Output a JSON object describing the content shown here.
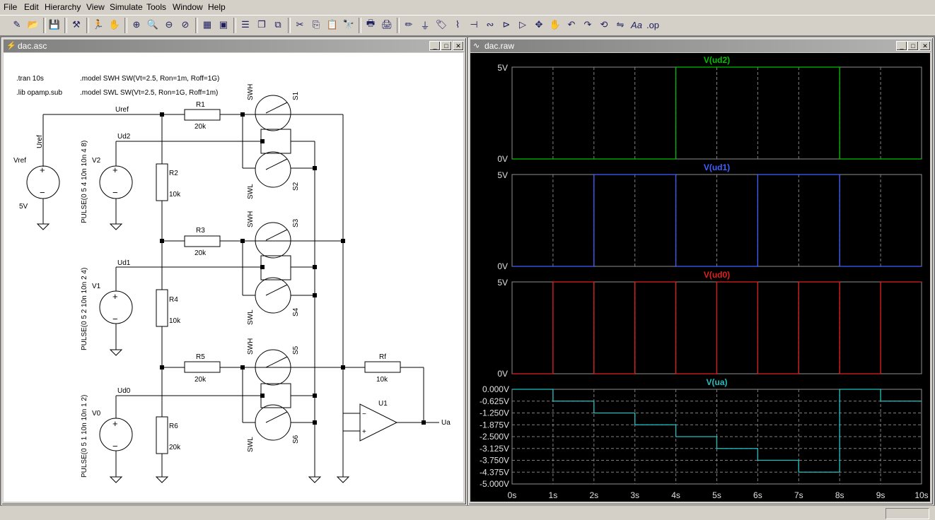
{
  "menu": [
    "File",
    "Edit",
    "Hierarchy",
    "View",
    "Simulate",
    "Tools",
    "Window",
    "Help"
  ],
  "toolbar_icons": [
    "new-schematic-icon",
    "open-icon",
    "save-icon",
    "control-panel-icon",
    "run-icon",
    "halt-icon",
    "zoom-in-icon",
    "zoom-area-icon",
    "zoom-out-icon",
    "zoom-cancel-icon",
    "autoscale-icon",
    "tile-icon",
    "tile-horizontal-icon",
    "cascade-icon",
    "close-all-icon",
    "cut-icon",
    "copy-icon",
    "paste-icon",
    "find-icon",
    "print-setup-icon",
    "print-icon",
    "draw-wire-icon",
    "ground-icon",
    "label-icon",
    "resistor-icon",
    "capacitor-icon",
    "inductor-icon",
    "diode-icon",
    "component-icon",
    "move-icon",
    "drag-icon",
    "undo-icon",
    "redo-icon",
    "rotate-icon",
    "mirror-icon",
    "text-icon",
    "spice-directive-icon"
  ],
  "schematic": {
    "title": "dac.asc",
    "directives": {
      "tran": ".tran 10s",
      "lib": ".lib opamp.sub",
      "swh": ".model SWH SW(Vt=2.5, Ron=1m, Roff=1G)",
      "swl": ".model SWL SW(Vt=2.5, Ron=1G, Roff=1m)"
    },
    "nets": {
      "uref_top": "Uref",
      "uref_side": "Uref",
      "ud2": "Ud2",
      "ud1": "Ud1",
      "ud0": "Ud0",
      "ua": "Ua"
    },
    "sources": {
      "vref": {
        "name": "Vref",
        "value": "5V"
      },
      "v2": {
        "name": "V2",
        "value": "PULSE(0 5 4 10n 10n 4 8)"
      },
      "v1": {
        "name": "V1",
        "value": "PULSE(0 5 2 10n 10n 2 4)"
      },
      "v0": {
        "name": "V0",
        "value": "PULSE(0 5 1 10n 10n 1 2)"
      }
    },
    "resistors": {
      "r1": {
        "name": "R1",
        "value": "20k"
      },
      "r2": {
        "name": "R2",
        "value": "10k"
      },
      "r3": {
        "name": "R3",
        "value": "20k"
      },
      "r4": {
        "name": "R4",
        "value": "10k"
      },
      "r5": {
        "name": "R5",
        "value": "20k"
      },
      "r6": {
        "name": "R6",
        "value": "20k"
      },
      "rf": {
        "name": "Rf",
        "value": "10k"
      }
    },
    "switches": {
      "s1": {
        "name": "S1",
        "model": "SWH"
      },
      "s2": {
        "name": "S2",
        "model": "SWL"
      },
      "s3": {
        "name": "S3",
        "model": "SWH"
      },
      "s4": {
        "name": "S4",
        "model": "SWL"
      },
      "s5": {
        "name": "S5",
        "model": "SWH"
      },
      "s6": {
        "name": "S6",
        "model": "SWL"
      }
    },
    "opamp": {
      "name": "U1",
      "minus": "−",
      "plus": "+"
    }
  },
  "waveform": {
    "title": "dac.raw",
    "x_ticks": [
      "0s",
      "1s",
      "2s",
      "3s",
      "4s",
      "5s",
      "6s",
      "7s",
      "8s",
      "9s",
      "10s"
    ],
    "ua_ticks": [
      "0.000V",
      "-0.625V",
      "-1.250V",
      "-1.875V",
      "-2.500V",
      "-3.125V",
      "-3.750V",
      "-4.375V",
      "-5.000V"
    ],
    "digital_ticks": {
      "high": "5V",
      "low": "0V"
    }
  },
  "chart_data": [
    {
      "type": "line",
      "title": "V(ud2)",
      "color": "#00c000",
      "x": [
        0,
        4,
        4,
        8,
        8,
        10
      ],
      "y": [
        0,
        0,
        5,
        5,
        0,
        0
      ],
      "ylim": [
        0,
        5
      ],
      "xlim": [
        0,
        10
      ]
    },
    {
      "type": "line",
      "title": "V(ud1)",
      "color": "#4060ff",
      "x": [
        0,
        2,
        2,
        4,
        4,
        6,
        6,
        8,
        8,
        10
      ],
      "y": [
        0,
        0,
        5,
        5,
        0,
        0,
        5,
        5,
        0,
        0
      ],
      "ylim": [
        0,
        5
      ],
      "xlim": [
        0,
        10
      ]
    },
    {
      "type": "line",
      "title": "V(ud0)",
      "color": "#e02020",
      "x": [
        0,
        1,
        1,
        2,
        2,
        3,
        3,
        4,
        4,
        5,
        5,
        6,
        6,
        7,
        7,
        8,
        8,
        9,
        9,
        10
      ],
      "y": [
        0,
        0,
        5,
        5,
        0,
        0,
        5,
        5,
        0,
        0,
        5,
        5,
        0,
        0,
        5,
        5,
        0,
        0,
        5,
        5
      ],
      "ylim": [
        0,
        5
      ],
      "xlim": [
        0,
        10
      ]
    },
    {
      "type": "line",
      "title": "V(ua)",
      "color": "#20c0c0",
      "x": [
        0,
        1,
        1,
        2,
        2,
        3,
        3,
        4,
        4,
        5,
        5,
        6,
        6,
        7,
        7,
        8,
        8,
        9,
        9,
        10
      ],
      "y": [
        0,
        0,
        -0.625,
        -0.625,
        -1.25,
        -1.25,
        -1.875,
        -1.875,
        -2.5,
        -2.5,
        -3.125,
        -3.125,
        -3.75,
        -3.75,
        -4.375,
        -4.375,
        0,
        0,
        -0.625,
        -0.625
      ],
      "ylim": [
        -5,
        0
      ],
      "xlim": [
        0,
        10
      ]
    }
  ]
}
